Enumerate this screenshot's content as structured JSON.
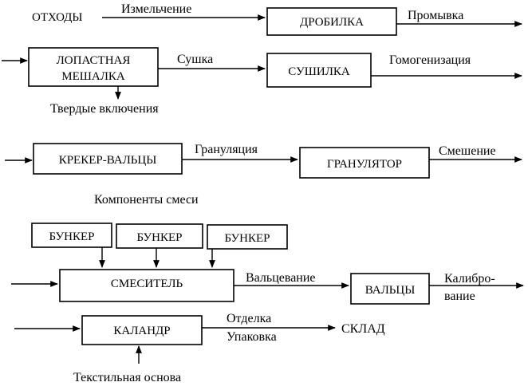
{
  "nodes": {
    "crusher": "ДРОБИЛКА",
    "paddle_mixer_line1": "ЛОПАСТНАЯ",
    "paddle_mixer_line2": "МЕШАЛКА",
    "dryer": "СУШИЛКА",
    "cracker_rolls": "КРЕКЕР-ВАЛЬЦЫ",
    "granulator": "ГРАНУЛЯТОР",
    "bunker_1": "БУНКЕР",
    "bunker_2": "БУНКЕР",
    "bunker_3": "БУНКЕР",
    "mixer": "СМЕСИТЕЛЬ",
    "rolls": "ВАЛЬЦЫ",
    "calender": "КАЛАНДР"
  },
  "labels": {
    "waste": "ОТХОДЫ",
    "grinding": "Измельчение",
    "washing": "Промывка",
    "drying": "Сушка",
    "homogenization": "Гомогенизация",
    "solid_inclusions": "Твердые включения",
    "granulation": "Грануляция",
    "blending": "Смешение",
    "mix_components": "Компоненты смеси",
    "rolling": "Вальцевание",
    "calibration_line1": "Калибро-",
    "calibration_line2": "вание",
    "finishing": "Отделка",
    "packaging": "Упаковка",
    "warehouse": "СКЛАД",
    "textile_base": "Текстильная основа"
  }
}
